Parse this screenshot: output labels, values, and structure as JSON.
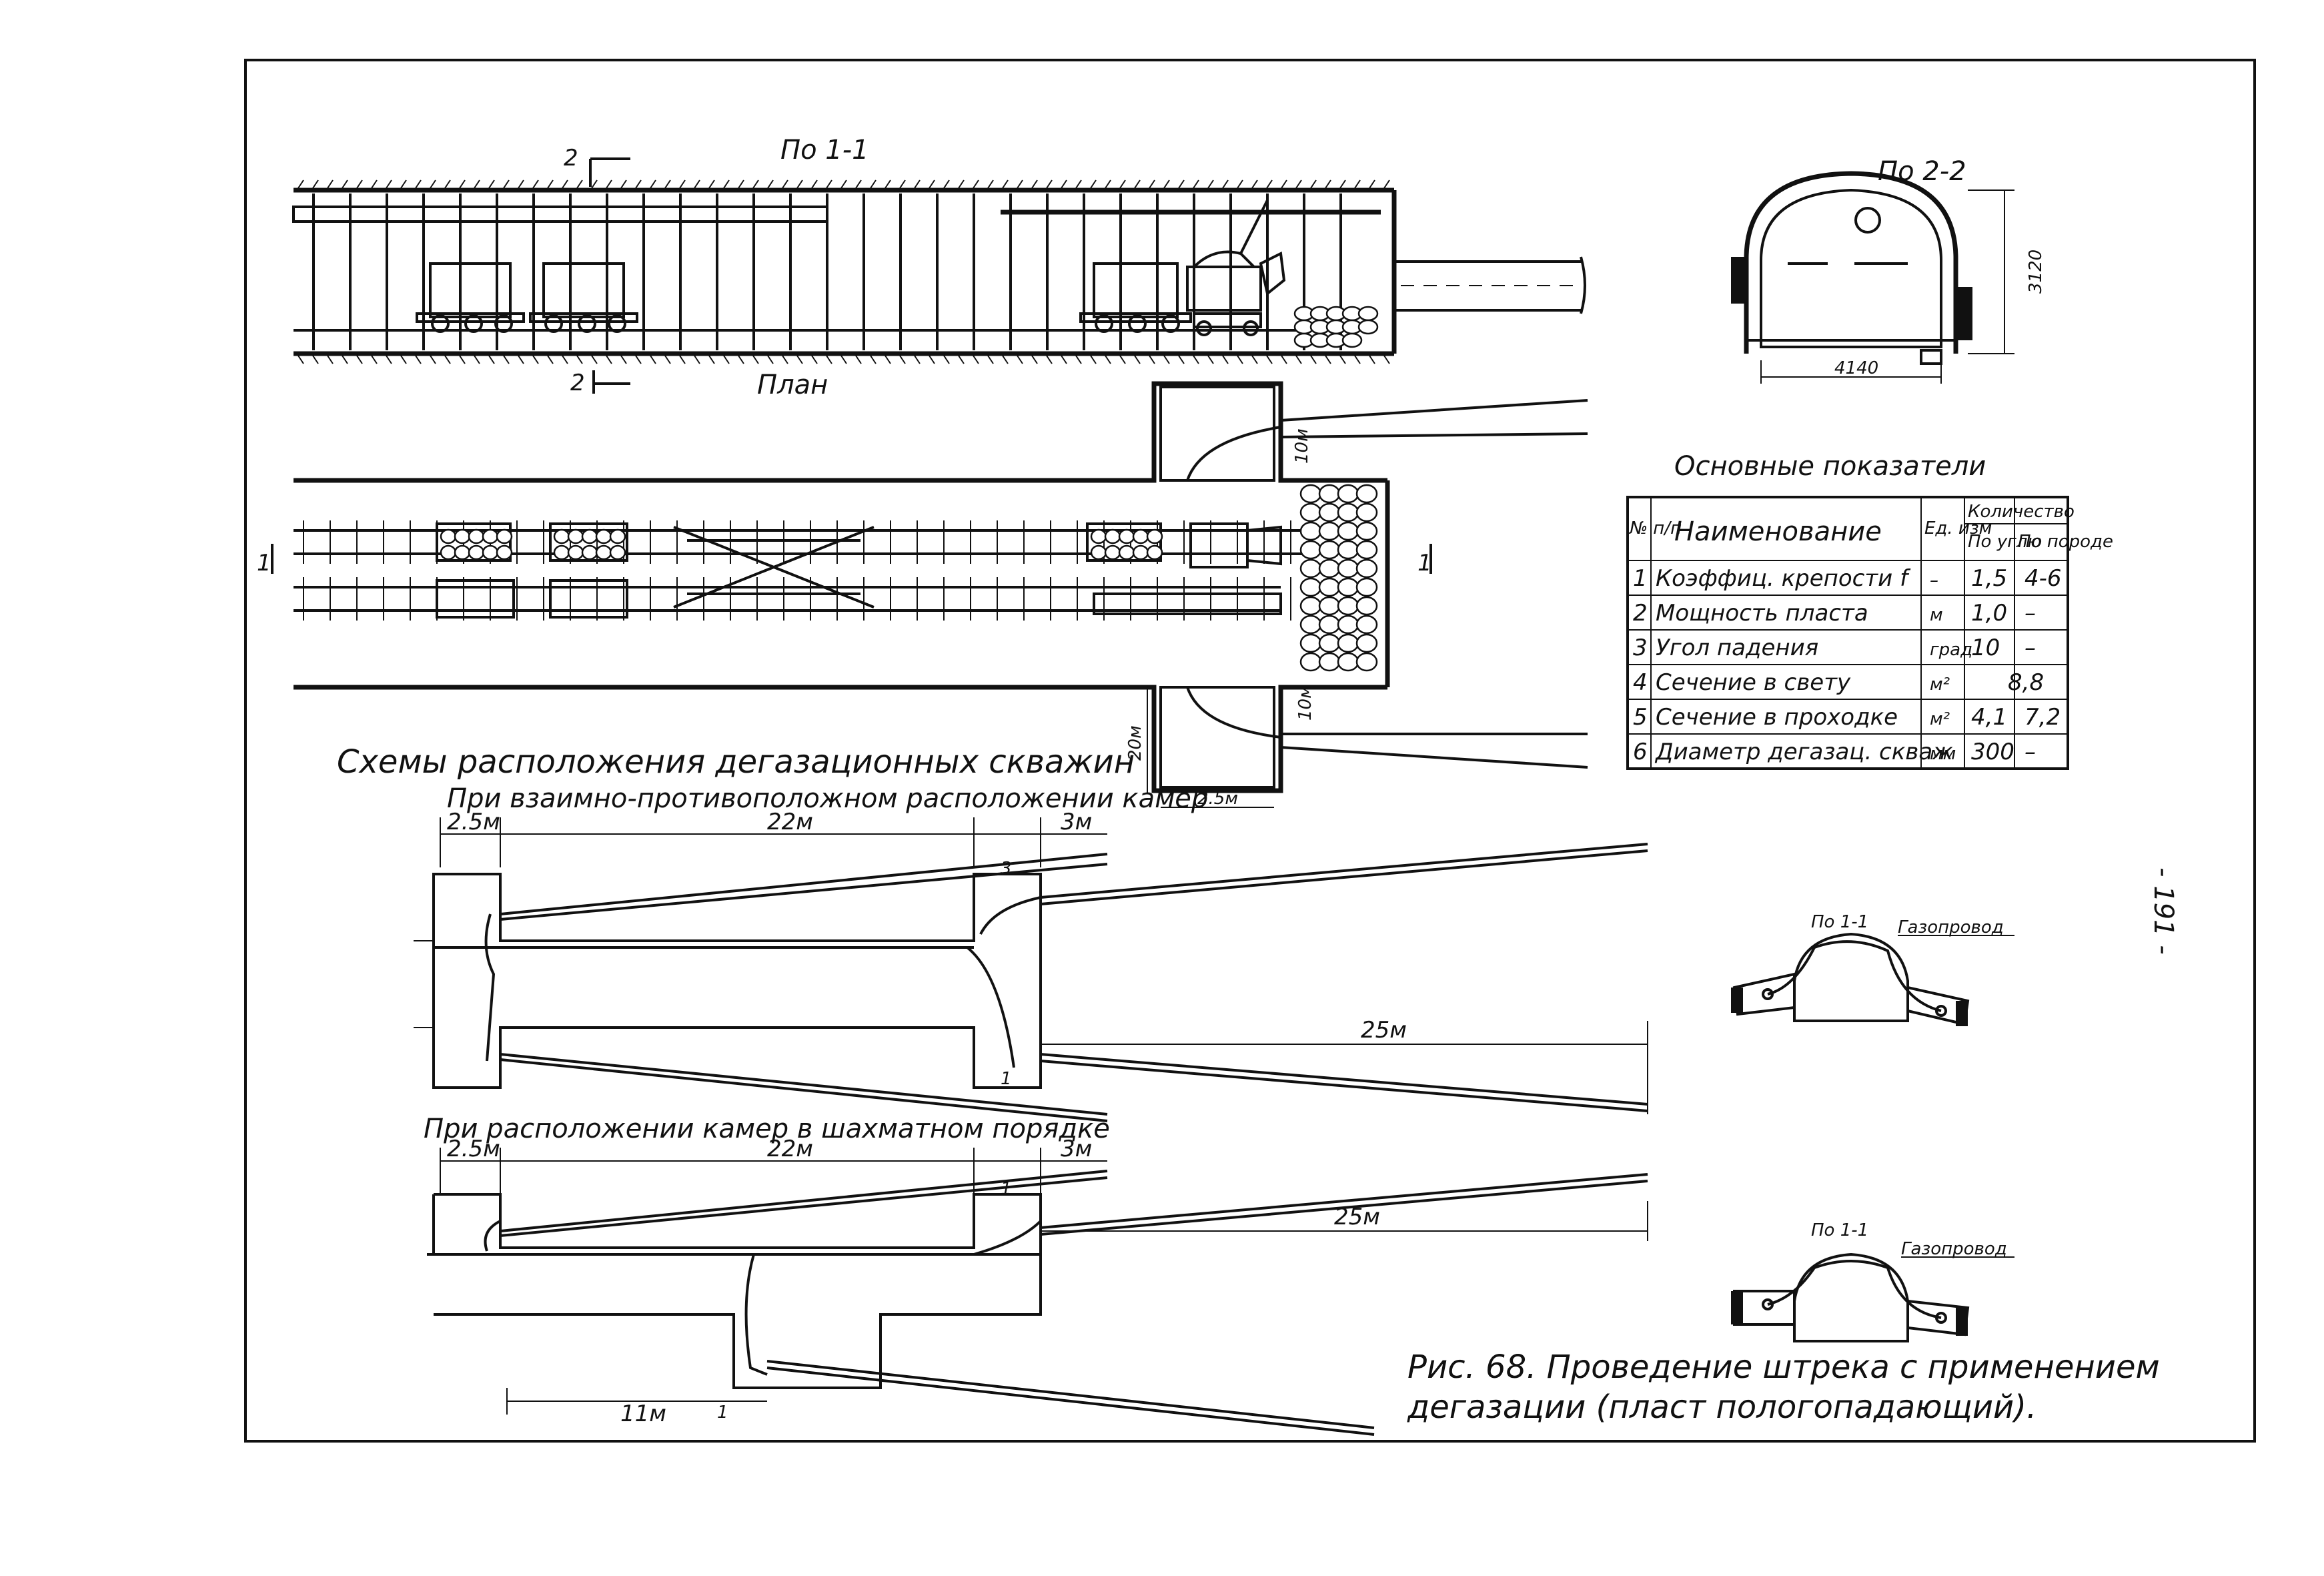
{
  "sections": {
    "section_1_1_top": "По 1-1",
    "section_2_2": "По 2-2",
    "plan": "План",
    "cut_mark_2_top": "2",
    "cut_mark_2_bottom": "2",
    "cut_mark_1_left": "1",
    "cut_mark_1_right": "1",
    "detail_1_1_a": "По 1-1",
    "detail_1_1_b": "По 1-1",
    "gas_pipe_a": "Газопровод",
    "gas_pipe_b": "Газопровод"
  },
  "dims": {
    "height_2_2": "3120",
    "width_2_2": "4140",
    "plan_10m_top": "10м",
    "plan_10m_bottom": "10м",
    "plan_20m": "20м",
    "plan_25m": "2.5м",
    "s1_25": "2.5м",
    "s1_22": "22м",
    "s1_3": "3м",
    "s1_25m_long": "25м",
    "s1_mark_top": "3",
    "s1_mark_bot": "1",
    "s2_25": "2.5м",
    "s2_22": "22м",
    "s2_3": "3м",
    "s2_25m_long": "25м",
    "s2_11": "11м",
    "s2_mark_top": "1",
    "s2_mark_bot": "1"
  },
  "schemes": {
    "heading": "Схемы расположения дегазационных скважин",
    "scheme1_title": "При взаимно-противоположном расположении камер",
    "scheme2_title": "При расположении камер в шахматном порядке"
  },
  "table": {
    "title": "Основные показатели",
    "headers": {
      "num": "№ п/п",
      "name": "Наименование",
      "unit": "Ед. изм",
      "quantity": "Количество",
      "by_dip": "По углю",
      "by_rock": "По породе"
    },
    "rows": [
      {
        "num": "1",
        "name": "Коэффиц. крепости f",
        "unit": "–",
        "coal": "1,5",
        "rock": "4-6"
      },
      {
        "num": "2",
        "name": "Мощность пласта",
        "unit": "м",
        "coal": "1,0",
        "rock": "–"
      },
      {
        "num": "3",
        "name": "Угол падения",
        "unit": "град",
        "coal": "10",
        "rock": "–"
      },
      {
        "num": "4",
        "name": "Сечение в свету",
        "unit": "м²",
        "coal": "8,8",
        "rock": ""
      },
      {
        "num": "5",
        "name": "Сечение в проходке",
        "unit": "м²",
        "coal": "4,1",
        "rock": "7,2"
      },
      {
        "num": "6",
        "name": "Диаметр дегазац. скваж",
        "unit": "мм",
        "coal": "300",
        "rock": "–"
      }
    ]
  },
  "caption": {
    "line1": "Рис. 68. Проведение штрека с применением",
    "line2": "дегазации (пласт пологопадающий)."
  },
  "page_number": "- 191 -"
}
